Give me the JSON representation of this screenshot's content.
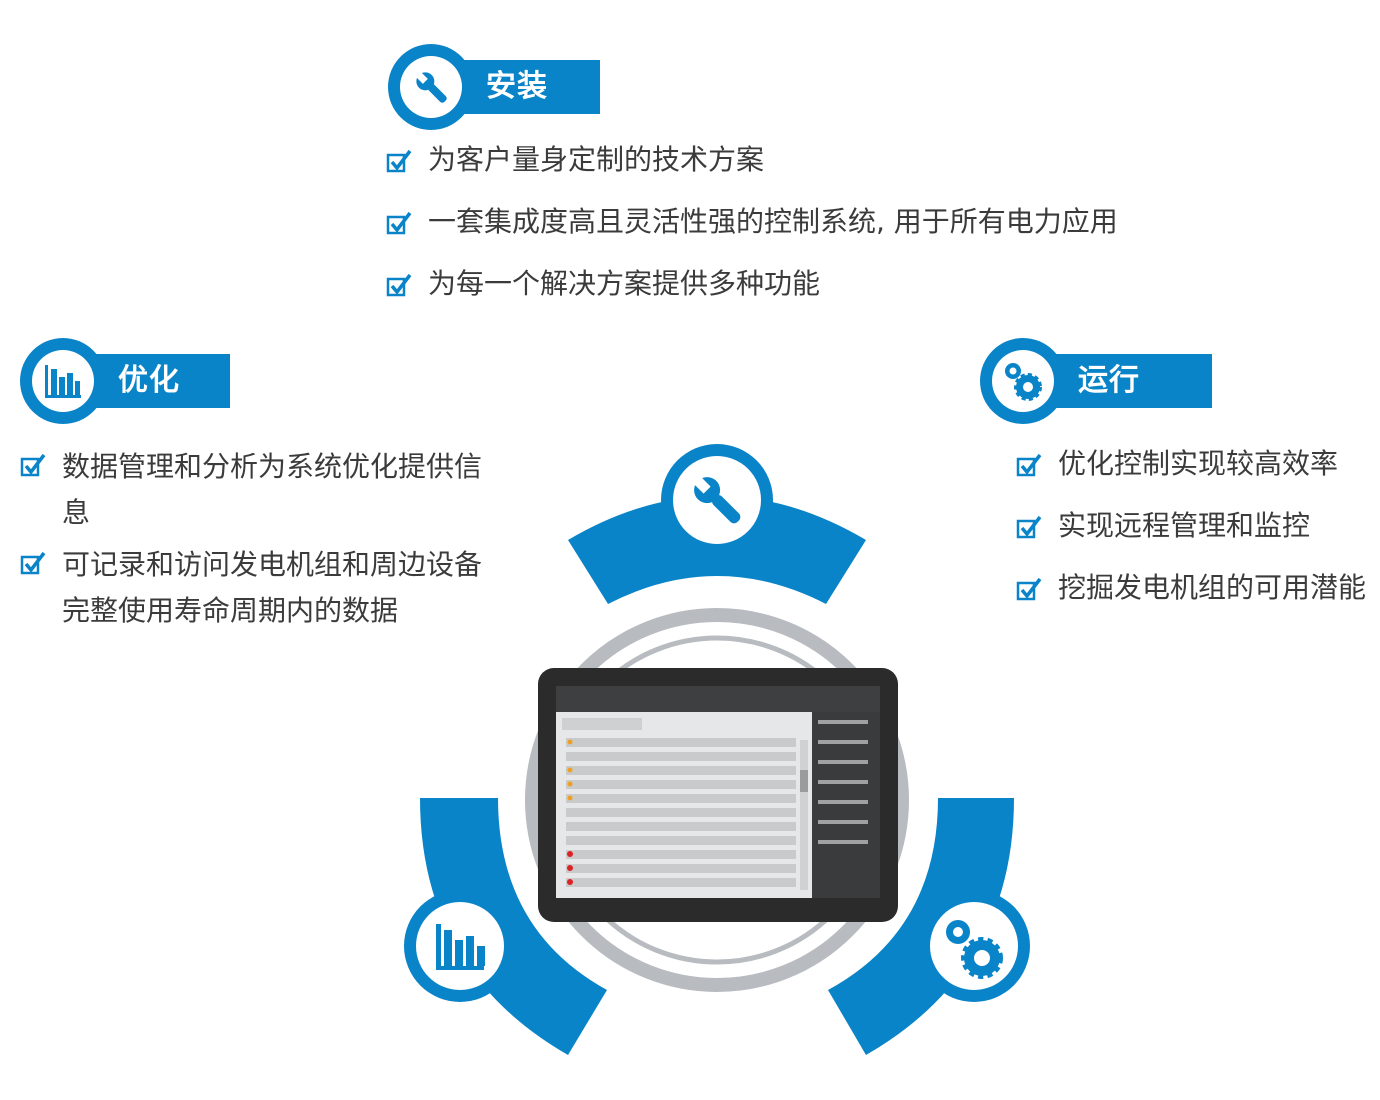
{
  "install": {
    "icon": "wrench-icon",
    "title": "安装",
    "items": [
      "为客户量身定制的技术方案",
      "一套集成度高且灵活性强的控制系统, 用于所有电力应用",
      "为每一个解决方案提供多种功能"
    ]
  },
  "optimize": {
    "icon": "bar-chart-icon",
    "title": "优化",
    "items": [
      "数据管理和分析为系统优化提供信息",
      "可记录和访问发电机组和周边设备完整使用寿命周期内的数据"
    ]
  },
  "operate": {
    "icon": "gears-icon",
    "title": "运行",
    "items": [
      "优化控制实现较高效率",
      "实现远程管理和监控",
      "挖掘发电机组的可用潜能"
    ]
  },
  "colors": {
    "accent": "#0a84c8",
    "ring": "#b8bcc0",
    "text": "#3b3b3b"
  }
}
